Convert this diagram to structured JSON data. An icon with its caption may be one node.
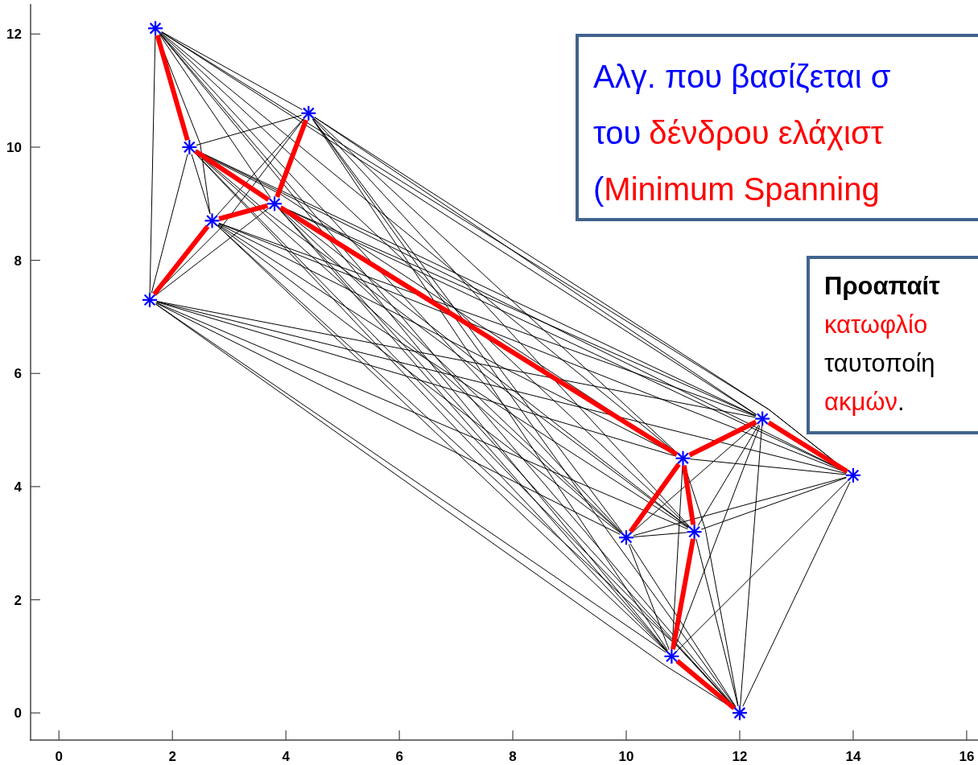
{
  "diagram": {
    "nodes": [
      {
        "text": [
          "Αλγ. που βασίζεται σ",
          "του",
          "δένδρου ελάχιστ",
          "(",
          "Minimum Spanning"
        ]
      },
      {
        "text": [
          "Προαπαίτ",
          "κατωφλίο",
          "ταυτοποίη",
          "ακμών",
          "."
        ]
      },
      {
        "text": [],
        "shape": "star"
      },
      {
        "text": [],
        "shape": "star"
      },
      {
        "text": [],
        "shape": "star"
      },
      {
        "text": [],
        "shape": "star"
      },
      {
        "text": [],
        "shape": "star"
      },
      {
        "text": [],
        "shape": "star"
      },
      {
        "text": [],
        "shape": "star"
      },
      {
        "text": [],
        "shape": "star"
      },
      {
        "text": [],
        "shape": "star"
      },
      {
        "text": [],
        "shape": "star"
      },
      {
        "text": [],
        "shape": "star"
      },
      {
        "text": [],
        "shape": "star"
      },
      {
        "text": [],
        "shape": "star"
      }
    ],
    "edges": [
      {
        "from": 2,
        "to": 3,
        "arrow": "none",
        "style": "thick",
        "color": "#ff0000"
      },
      {
        "from": 2,
        "to": 4,
        "arrow": "none"
      },
      {
        "from": 2,
        "to": 5,
        "arrow": "none"
      },
      {
        "from": 2,
        "to": 6,
        "arrow": "none"
      },
      {
        "from": 2,
        "to": 7,
        "arrow": "none"
      },
      {
        "from": 2,
        "to": 8,
        "arrow": "none"
      },
      {
        "from": 2,
        "to": 9,
        "arrow": "none"
      },
      {
        "from": 2,
        "to": 10,
        "arrow": "none"
      },
      {
        "from": 2,
        "to": 11,
        "arrow": "none"
      },
      {
        "from": 2,
        "to": 12,
        "arrow": "none"
      },
      {
        "from": 2,
        "to": 13,
        "arrow": "none"
      },
      {
        "from": 2,
        "to": 14,
        "arrow": "none"
      },
      {
        "from": 3,
        "to": 4,
        "arrow": "none"
      },
      {
        "from": 3,
        "to": 5,
        "arrow": "none",
        "style": "thick",
        "color": "#ff0000"
      },
      {
        "from": 3,
        "to": 6,
        "arrow": "none"
      },
      {
        "from": 3,
        "to": 7,
        "arrow": "none"
      },
      {
        "from": 3,
        "to": 8,
        "arrow": "none"
      },
      {
        "from": 3,
        "to": 9,
        "arrow": "none"
      },
      {
        "from": 3,
        "to": 10,
        "arrow": "none"
      },
      {
        "from": 3,
        "to": 11,
        "arrow": "none"
      },
      {
        "from": 3,
        "to": 12,
        "arrow": "none"
      },
      {
        "from": 3,
        "to": 13,
        "arrow": "none"
      },
      {
        "from": 3,
        "to": 14,
        "arrow": "none"
      },
      {
        "from": 4,
        "to": 5,
        "arrow": "none",
        "style": "thick",
        "color": "#ff0000"
      },
      {
        "from": 4,
        "to": 6,
        "arrow": "none"
      },
      {
        "from": 4,
        "to": 7,
        "arrow": "none"
      },
      {
        "from": 4,
        "to": 8,
        "arrow": "none"
      },
      {
        "from": 4,
        "to": 9,
        "arrow": "none"
      },
      {
        "from": 4,
        "to": 10,
        "arrow": "none"
      },
      {
        "from": 4,
        "to": 11,
        "arrow": "none"
      },
      {
        "from": 4,
        "to": 12,
        "arrow": "none"
      },
      {
        "from": 4,
        "to": 13,
        "arrow": "none"
      },
      {
        "from": 4,
        "to": 14,
        "arrow": "none"
      },
      {
        "from": 5,
        "to": 6,
        "arrow": "none",
        "style": "thick",
        "color": "#ff0000"
      },
      {
        "from": 5,
        "to": 7,
        "arrow": "none"
      },
      {
        "from": 5,
        "to": 8,
        "arrow": "none"
      },
      {
        "from": 5,
        "to": 9,
        "arrow": "none",
        "style": "thick",
        "color": "#ff0000"
      },
      {
        "from": 5,
        "to": 10,
        "arrow": "none"
      },
      {
        "from": 5,
        "to": 11,
        "arrow": "none"
      },
      {
        "from": 5,
        "to": 12,
        "arrow": "none"
      },
      {
        "from": 5,
        "to": 13,
        "arrow": "none"
      },
      {
        "from": 5,
        "to": 14,
        "arrow": "none"
      },
      {
        "from": 6,
        "to": 7,
        "arrow": "none",
        "style": "thick",
        "color": "#ff0000"
      },
      {
        "from": 6,
        "to": 8,
        "arrow": "none"
      },
      {
        "from": 6,
        "to": 9,
        "arrow": "none"
      },
      {
        "from": 6,
        "to": 10,
        "arrow": "none"
      },
      {
        "from": 6,
        "to": 11,
        "arrow": "none"
      },
      {
        "from": 6,
        "to": 12,
        "arrow": "none"
      },
      {
        "from": 6,
        "to": 13,
        "arrow": "none"
      },
      {
        "from": 6,
        "to": 14,
        "arrow": "none"
      },
      {
        "from": 7,
        "to": 8,
        "arrow": "none"
      },
      {
        "from": 7,
        "to": 9,
        "arrow": "none"
      },
      {
        "from": 7,
        "to": 10,
        "arrow": "none"
      },
      {
        "from": 7,
        "to": 11,
        "arrow": "none"
      },
      {
        "from": 7,
        "to": 12,
        "arrow": "none"
      },
      {
        "from": 7,
        "to": 13,
        "arrow": "none"
      },
      {
        "from": 7,
        "to": 14,
        "arrow": "none"
      },
      {
        "from": 8,
        "to": 9,
        "arrow": "none",
        "style": "thick",
        "color": "#ff0000"
      },
      {
        "from": 8,
        "to": 10,
        "arrow": "none",
        "style": "thick",
        "color": "#ff0000"
      },
      {
        "from": 8,
        "to": 11,
        "arrow": "none"
      },
      {
        "from": 8,
        "to": 12,
        "arrow": "none"
      },
      {
        "from": 8,
        "to": 13,
        "arrow": "none"
      },
      {
        "from": 8,
        "to": 14,
        "arrow": "none"
      },
      {
        "from": 9,
        "to": 10,
        "arrow": "none"
      },
      {
        "from": 9,
        "to": 11,
        "arrow": "none",
        "style": "thick",
        "color": "#ff0000"
      },
      {
        "from": 9,
        "to": 12,
        "arrow": "none",
        "style": "thick",
        "color": "#ff0000"
      },
      {
        "from": 9,
        "to": 13,
        "arrow": "none"
      },
      {
        "from": 9,
        "to": 14,
        "arrow": "none"
      },
      {
        "from": 10,
        "to": 11,
        "arrow": "none"
      },
      {
        "from": 10,
        "to": 12,
        "arrow": "none"
      },
      {
        "from": 10,
        "to": 13,
        "arrow": "none"
      },
      {
        "from": 10,
        "to": 14,
        "arrow": "none"
      },
      {
        "from": 11,
        "to": 12,
        "arrow": "none"
      },
      {
        "from": 11,
        "to": 13,
        "arrow": "none",
        "style": "thick",
        "color": "#ff0000"
      },
      {
        "from": 11,
        "to": 14,
        "arrow": "none"
      },
      {
        "from": 12,
        "to": 13,
        "arrow": "none"
      },
      {
        "from": 12,
        "to": 14,
        "arrow": "none"
      },
      {
        "from": 13,
        "to": 14,
        "arrow": "none",
        "style": "thick",
        "color": "#ff0000"
      }
    ],
    "chart_data": {
      "type": "scatter",
      "x": [
        1.7,
        2.3,
        4.4,
        3.8,
        2.7,
        1.6,
        12.4,
        11.0,
        14.0,
        11.2,
        10.0,
        10.8,
        12.0
      ],
      "series": [
        {
          "color": "#0000ff",
          "values": [
            12.1,
            10.0,
            10.6,
            9.0,
            8.7,
            7.3,
            5.2,
            4.5,
            4.2,
            3.2,
            3.1,
            1.0,
            0.0
          ]
        }
      ],
      "xlim": [
        -0.5,
        16.2
      ],
      "ylim": [
        -0.48,
        12.53
      ],
      "xticks": [
        0,
        2,
        4,
        6,
        8,
        10,
        12,
        14,
        16
      ],
      "yticks": [
        0,
        2,
        4,
        6,
        8,
        10,
        12
      ]
    }
  }
}
